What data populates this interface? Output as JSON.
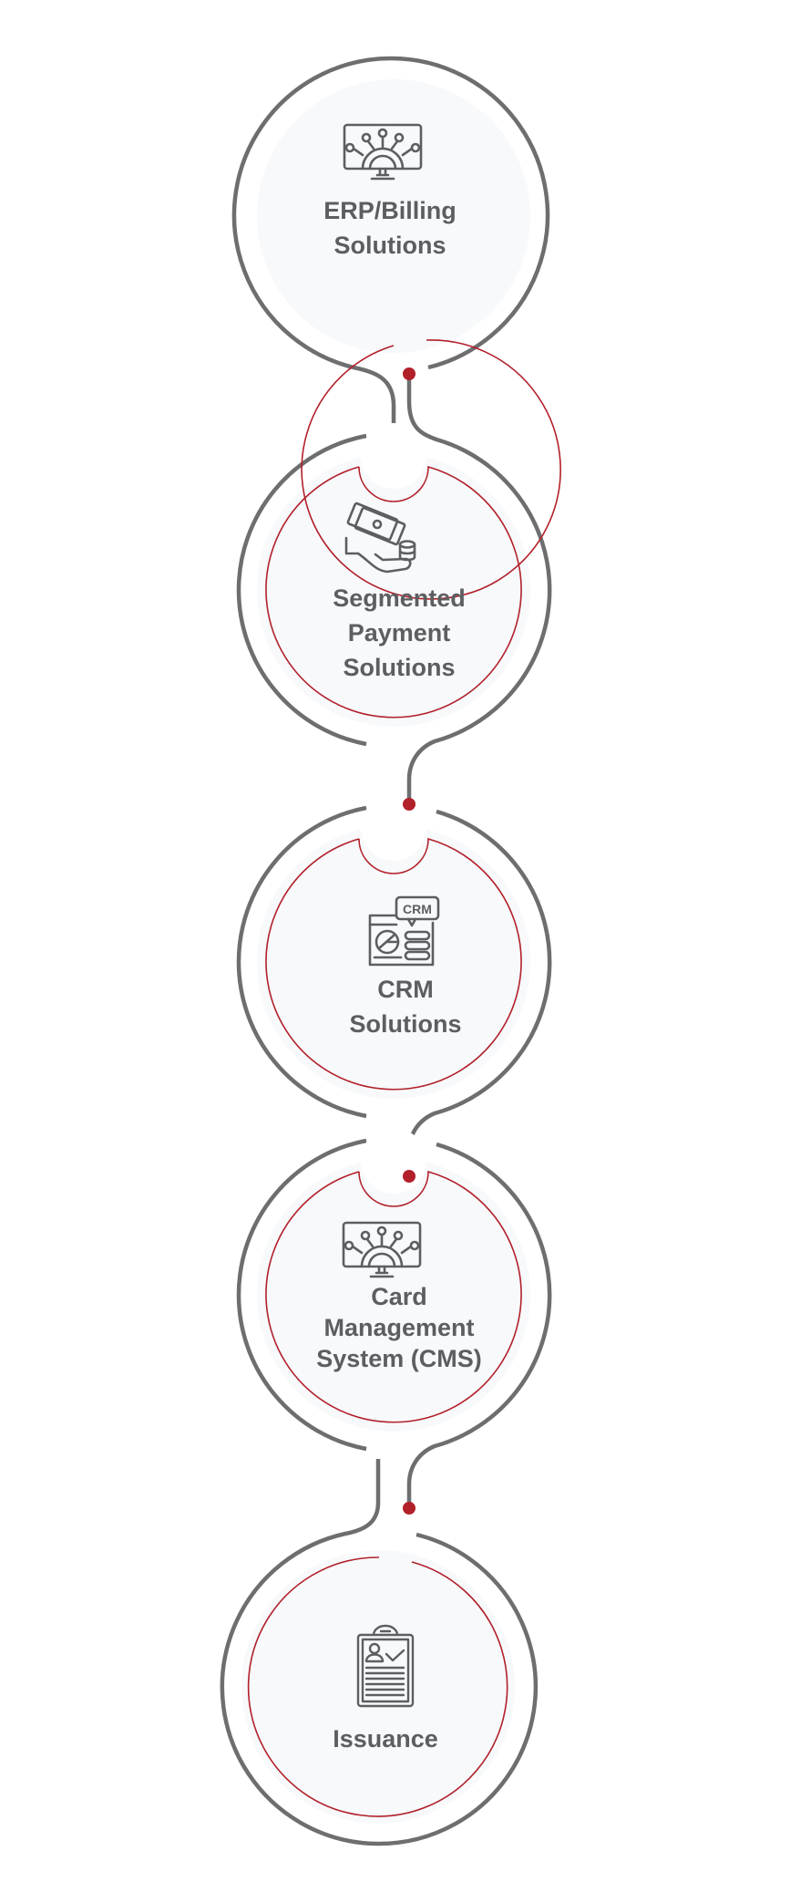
{
  "colors": {
    "line": "#6d6e70",
    "accent": "#b2202a",
    "fill": "#f7f9fb",
    "text": "#5d5e60"
  },
  "steps": [
    {
      "icon": "monitor-gear-network-icon",
      "lines": [
        "ERP/Billing",
        "Solutions"
      ]
    },
    {
      "icon": "hand-money-coins-icon",
      "lines": [
        "Segmented",
        "Payment",
        "Solutions"
      ]
    },
    {
      "icon": "crm-dashboard-icon",
      "icon_text": "CRM",
      "lines": [
        "CRM",
        "Solutions"
      ]
    },
    {
      "icon": "monitor-gear-network-icon",
      "lines": [
        "Card",
        "Management",
        "System (CMS)"
      ]
    },
    {
      "icon": "clipboard-profile-check-icon",
      "lines": [
        "Issuance"
      ]
    }
  ]
}
